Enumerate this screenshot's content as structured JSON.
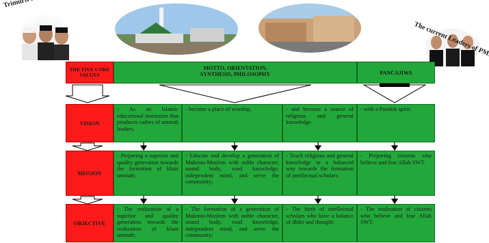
{
  "header": {
    "founder_caption": "Trimurti the Founder of Gontor",
    "leaders_caption": "The current Leaders of PMDG"
  },
  "row_labels": {
    "core_values": "THE FIVE CORE VALUES",
    "vision": "VISION",
    "mission": "MISSION",
    "objective": "OBJECTIVE"
  },
  "columns": {
    "motto": "MOTTO, ORIENTATION, SYNTHESIS, PHILOSOPHY",
    "pancajiwa": "PANCAJIWA"
  },
  "vision": [
    "- As an Islamic educational institution that produces cadres of ummah leaders,",
    "- become a place of worship,",
    "- and become a source of religious and general knowledge",
    "- with a Pondok spirit."
  ],
  "mission": [
    "- Preparing a superior and quality generation towards the formation of khair ummah;",
    "- Educate and develop a generation of Mukmin-Moslem with noble character, sound body, road knowledge, independent mind, and serve the community;",
    "- Teach religious and general knowledge in a balanced way towards the formation of intellectual scholars;",
    "- Preparing citizens who believe and fear Allah SWT."
  ],
  "objective": [
    "- The realization of a superior and quality generation towards the realization of khair ummah;",
    "- The formation of a generation of Mukmin-Moslem with noble character, sound body, road knowledge, independent mind, and serve the community;",
    "- The birth of intellectual scholars who have a balance of dhikr and thought;",
    "- The realization of citizens who believe and fear Allah SWT."
  ],
  "colors": {
    "label_red": "#ff1a1a",
    "cell_green": "#22a83a",
    "border_green": "#0d6b1f"
  }
}
